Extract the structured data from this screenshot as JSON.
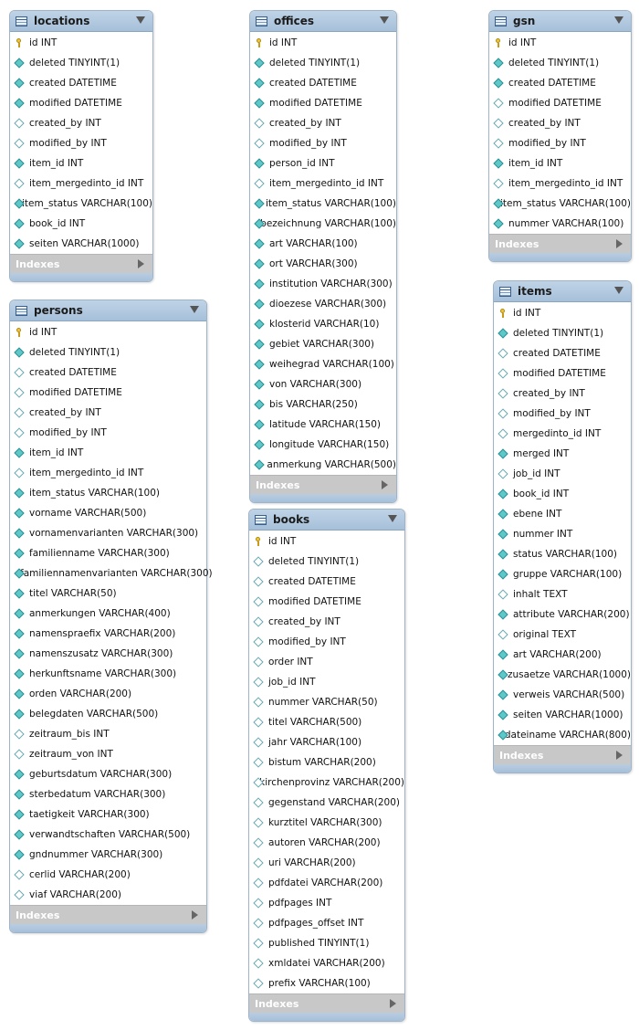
{
  "tables": [
    {
      "name": "locations",
      "indexes_label": "Indexes",
      "columns": [
        {
          "name": "id INT",
          "icon": "primary-key"
        },
        {
          "name": "deleted TINYINT(1)",
          "icon": "filled"
        },
        {
          "name": "created DATETIME",
          "icon": "filled"
        },
        {
          "name": "modified DATETIME",
          "icon": "filled"
        },
        {
          "name": "created_by INT",
          "icon": "empty"
        },
        {
          "name": "modified_by INT",
          "icon": "empty"
        },
        {
          "name": "item_id INT",
          "icon": "filled"
        },
        {
          "name": "item_mergedinto_id INT",
          "icon": "empty"
        },
        {
          "name": "item_status VARCHAR(100)",
          "icon": "filled"
        },
        {
          "name": "book_id INT",
          "icon": "filled"
        },
        {
          "name": "seiten VARCHAR(1000)",
          "icon": "filled"
        }
      ]
    },
    {
      "name": "persons",
      "indexes_label": "Indexes",
      "columns": [
        {
          "name": "id INT",
          "icon": "primary-key"
        },
        {
          "name": "deleted TINYINT(1)",
          "icon": "filled"
        },
        {
          "name": "created DATETIME",
          "icon": "empty"
        },
        {
          "name": "modified DATETIME",
          "icon": "empty"
        },
        {
          "name": "created_by INT",
          "icon": "empty"
        },
        {
          "name": "modified_by INT",
          "icon": "empty"
        },
        {
          "name": "item_id INT",
          "icon": "filled"
        },
        {
          "name": "item_mergedinto_id INT",
          "icon": "empty"
        },
        {
          "name": "item_status VARCHAR(100)",
          "icon": "filled"
        },
        {
          "name": "vorname VARCHAR(500)",
          "icon": "filled"
        },
        {
          "name": "vornamenvarianten VARCHAR(300)",
          "icon": "filled"
        },
        {
          "name": "familienname VARCHAR(300)",
          "icon": "filled"
        },
        {
          "name": "familiennamenvarianten VARCHAR(300)",
          "icon": "filled"
        },
        {
          "name": "titel VARCHAR(50)",
          "icon": "filled"
        },
        {
          "name": "anmerkungen VARCHAR(400)",
          "icon": "filled"
        },
        {
          "name": "namenspraefix VARCHAR(200)",
          "icon": "filled"
        },
        {
          "name": "namenszusatz VARCHAR(300)",
          "icon": "filled"
        },
        {
          "name": "herkunftsname VARCHAR(300)",
          "icon": "filled"
        },
        {
          "name": "orden VARCHAR(200)",
          "icon": "filled"
        },
        {
          "name": "belegdaten VARCHAR(500)",
          "icon": "filled"
        },
        {
          "name": "zeitraum_bis INT",
          "icon": "empty"
        },
        {
          "name": "zeitraum_von INT",
          "icon": "empty"
        },
        {
          "name": "geburtsdatum VARCHAR(300)",
          "icon": "filled"
        },
        {
          "name": "sterbedatum VARCHAR(300)",
          "icon": "filled"
        },
        {
          "name": "taetigkeit VARCHAR(300)",
          "icon": "filled"
        },
        {
          "name": "verwandtschaften VARCHAR(500)",
          "icon": "filled"
        },
        {
          "name": "gndnummer VARCHAR(300)",
          "icon": "filled"
        },
        {
          "name": "cerlid VARCHAR(200)",
          "icon": "empty"
        },
        {
          "name": "viaf VARCHAR(200)",
          "icon": "empty"
        }
      ]
    },
    {
      "name": "offices",
      "indexes_label": "Indexes",
      "columns": [
        {
          "name": "id INT",
          "icon": "primary-key"
        },
        {
          "name": "deleted TINYINT(1)",
          "icon": "filled"
        },
        {
          "name": "created DATETIME",
          "icon": "filled"
        },
        {
          "name": "modified DATETIME",
          "icon": "filled"
        },
        {
          "name": "created_by INT",
          "icon": "empty"
        },
        {
          "name": "modified_by INT",
          "icon": "empty"
        },
        {
          "name": "person_id INT",
          "icon": "filled"
        },
        {
          "name": "item_mergedinto_id INT",
          "icon": "empty"
        },
        {
          "name": "item_status VARCHAR(100)",
          "icon": "filled"
        },
        {
          "name": "bezeichnung VARCHAR(100)",
          "icon": "filled"
        },
        {
          "name": "art VARCHAR(100)",
          "icon": "filled"
        },
        {
          "name": "ort VARCHAR(300)",
          "icon": "filled"
        },
        {
          "name": "institution VARCHAR(300)",
          "icon": "filled"
        },
        {
          "name": "dioezese VARCHAR(300)",
          "icon": "filled"
        },
        {
          "name": "klosterid VARCHAR(10)",
          "icon": "filled"
        },
        {
          "name": "gebiet VARCHAR(300)",
          "icon": "filled"
        },
        {
          "name": "weihegrad VARCHAR(100)",
          "icon": "filled"
        },
        {
          "name": "von VARCHAR(300)",
          "icon": "filled"
        },
        {
          "name": "bis VARCHAR(250)",
          "icon": "filled"
        },
        {
          "name": "latitude VARCHAR(150)",
          "icon": "filled"
        },
        {
          "name": "longitude VARCHAR(150)",
          "icon": "filled"
        },
        {
          "name": "anmerkung VARCHAR(500)",
          "icon": "filled"
        }
      ]
    },
    {
      "name": "books",
      "indexes_label": "Indexes",
      "columns": [
        {
          "name": "id INT",
          "icon": "primary-key"
        },
        {
          "name": "deleted TINYINT(1)",
          "icon": "empty"
        },
        {
          "name": "created DATETIME",
          "icon": "empty"
        },
        {
          "name": "modified DATETIME",
          "icon": "empty"
        },
        {
          "name": "created_by INT",
          "icon": "empty"
        },
        {
          "name": "modified_by INT",
          "icon": "empty"
        },
        {
          "name": "order INT",
          "icon": "empty"
        },
        {
          "name": "job_id INT",
          "icon": "empty"
        },
        {
          "name": "nummer VARCHAR(50)",
          "icon": "empty"
        },
        {
          "name": "titel VARCHAR(500)",
          "icon": "empty"
        },
        {
          "name": "jahr VARCHAR(100)",
          "icon": "empty"
        },
        {
          "name": "bistum VARCHAR(200)",
          "icon": "empty"
        },
        {
          "name": "kirchenprovinz VARCHAR(200)",
          "icon": "empty"
        },
        {
          "name": "gegenstand VARCHAR(200)",
          "icon": "empty"
        },
        {
          "name": "kurztitel VARCHAR(300)",
          "icon": "empty"
        },
        {
          "name": "autoren VARCHAR(200)",
          "icon": "empty"
        },
        {
          "name": "uri VARCHAR(200)",
          "icon": "empty"
        },
        {
          "name": "pdfdatei VARCHAR(200)",
          "icon": "empty"
        },
        {
          "name": "pdfpages INT",
          "icon": "empty"
        },
        {
          "name": "pdfpages_offset INT",
          "icon": "empty"
        },
        {
          "name": "published TINYINT(1)",
          "icon": "empty"
        },
        {
          "name": "xmldatei VARCHAR(200)",
          "icon": "empty"
        },
        {
          "name": "prefix VARCHAR(100)",
          "icon": "empty"
        }
      ]
    },
    {
      "name": "gsn",
      "indexes_label": "Indexes",
      "columns": [
        {
          "name": "id INT",
          "icon": "primary-key"
        },
        {
          "name": "deleted TINYINT(1)",
          "icon": "filled"
        },
        {
          "name": "created DATETIME",
          "icon": "filled"
        },
        {
          "name": "modified DATETIME",
          "icon": "empty"
        },
        {
          "name": "created_by INT",
          "icon": "empty"
        },
        {
          "name": "modified_by INT",
          "icon": "empty"
        },
        {
          "name": "item_id INT",
          "icon": "filled"
        },
        {
          "name": "item_mergedinto_id INT",
          "icon": "empty"
        },
        {
          "name": "item_status VARCHAR(100)",
          "icon": "filled"
        },
        {
          "name": "nummer VARCHAR(100)",
          "icon": "filled"
        }
      ]
    },
    {
      "name": "items",
      "indexes_label": "Indexes",
      "columns": [
        {
          "name": "id INT",
          "icon": "primary-key"
        },
        {
          "name": "deleted TINYINT(1)",
          "icon": "filled"
        },
        {
          "name": "created DATETIME",
          "icon": "empty"
        },
        {
          "name": "modified DATETIME",
          "icon": "empty"
        },
        {
          "name": "created_by INT",
          "icon": "empty"
        },
        {
          "name": "modified_by INT",
          "icon": "empty"
        },
        {
          "name": "mergedinto_id INT",
          "icon": "empty"
        },
        {
          "name": "merged INT",
          "icon": "filled"
        },
        {
          "name": "job_id INT",
          "icon": "empty"
        },
        {
          "name": "book_id INT",
          "icon": "filled"
        },
        {
          "name": "ebene INT",
          "icon": "filled"
        },
        {
          "name": "nummer INT",
          "icon": "filled"
        },
        {
          "name": "status VARCHAR(100)",
          "icon": "filled"
        },
        {
          "name": "gruppe VARCHAR(100)",
          "icon": "filled"
        },
        {
          "name": "inhalt TEXT",
          "icon": "empty"
        },
        {
          "name": "attribute VARCHAR(200)",
          "icon": "filled"
        },
        {
          "name": "original TEXT",
          "icon": "empty"
        },
        {
          "name": "art VARCHAR(200)",
          "icon": "filled"
        },
        {
          "name": "zusaetze VARCHAR(1000)",
          "icon": "filled"
        },
        {
          "name": "verweis VARCHAR(500)",
          "icon": "filled"
        },
        {
          "name": "seiten VARCHAR(1000)",
          "icon": "filled"
        },
        {
          "name": "dateiname VARCHAR(800)",
          "icon": "filled"
        }
      ]
    }
  ]
}
